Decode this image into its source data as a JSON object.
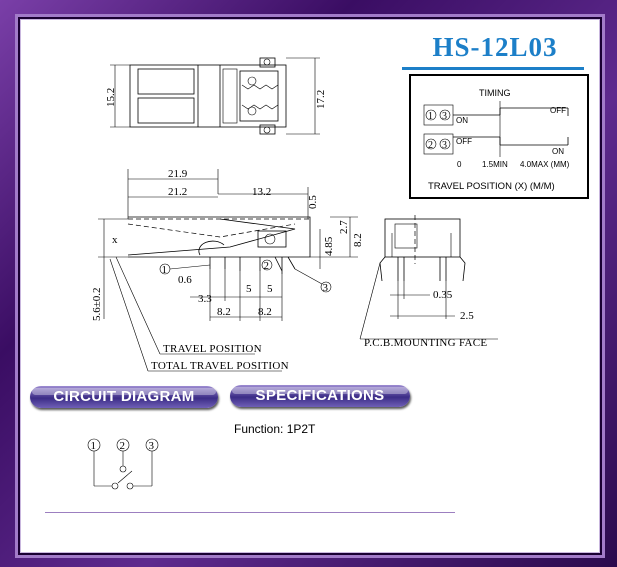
{
  "title": "HS-12L03",
  "colors": {
    "title": "#1c7fc8",
    "frame": "#4a1a7a",
    "pill": "#3b2c86"
  },
  "timing": {
    "header": "TIMING",
    "row1_pins": [
      "1",
      "3"
    ],
    "row1_on": "ON",
    "row1_off": "OFF",
    "row2_pins": [
      "2",
      "3"
    ],
    "row2_off": "OFF",
    "row2_on": "ON",
    "axis": [
      "0",
      "1.5MIN",
      "4.0MAX (MM)"
    ],
    "caption": "TRAVEL POSITION (X)  (M/M)"
  },
  "dimensions": {
    "top_height_left": "15.2",
    "top_height_right": "17.2",
    "len_21_9": "21.9",
    "len_21_2": "21.2",
    "len_13_2": "13.2",
    "d_0_5": "0.5",
    "d_2_7": "2.7",
    "d_8_2_side": "8.2",
    "d_4_85": "4.85",
    "d_5_6": "5.6±0.2",
    "x_mark": "x",
    "d_0_6": "0.6",
    "d_3_3": "3.3",
    "d_5_a": "5",
    "d_5_b": "5",
    "d_8_2_a": "8.2",
    "d_8_2_b": "8.2",
    "d_0_35": "0.35",
    "d_2_5": "2.5"
  },
  "callouts": {
    "pin1": "1",
    "pin2": "2",
    "pin3": "3",
    "travel_position": "TRAVEL POSITION",
    "total_travel_position": "TOTAL TRAVEL POSITION",
    "pcb_face": "P.C.B.MOUNTING FACE"
  },
  "sections": {
    "circuit_diagram": "CIRCUIT DIAGRAM",
    "specifications": "SPECIFICATIONS"
  },
  "spec": {
    "function": "Function: 1P2T"
  },
  "circuit": {
    "pins": [
      "1",
      "2",
      "3"
    ]
  }
}
